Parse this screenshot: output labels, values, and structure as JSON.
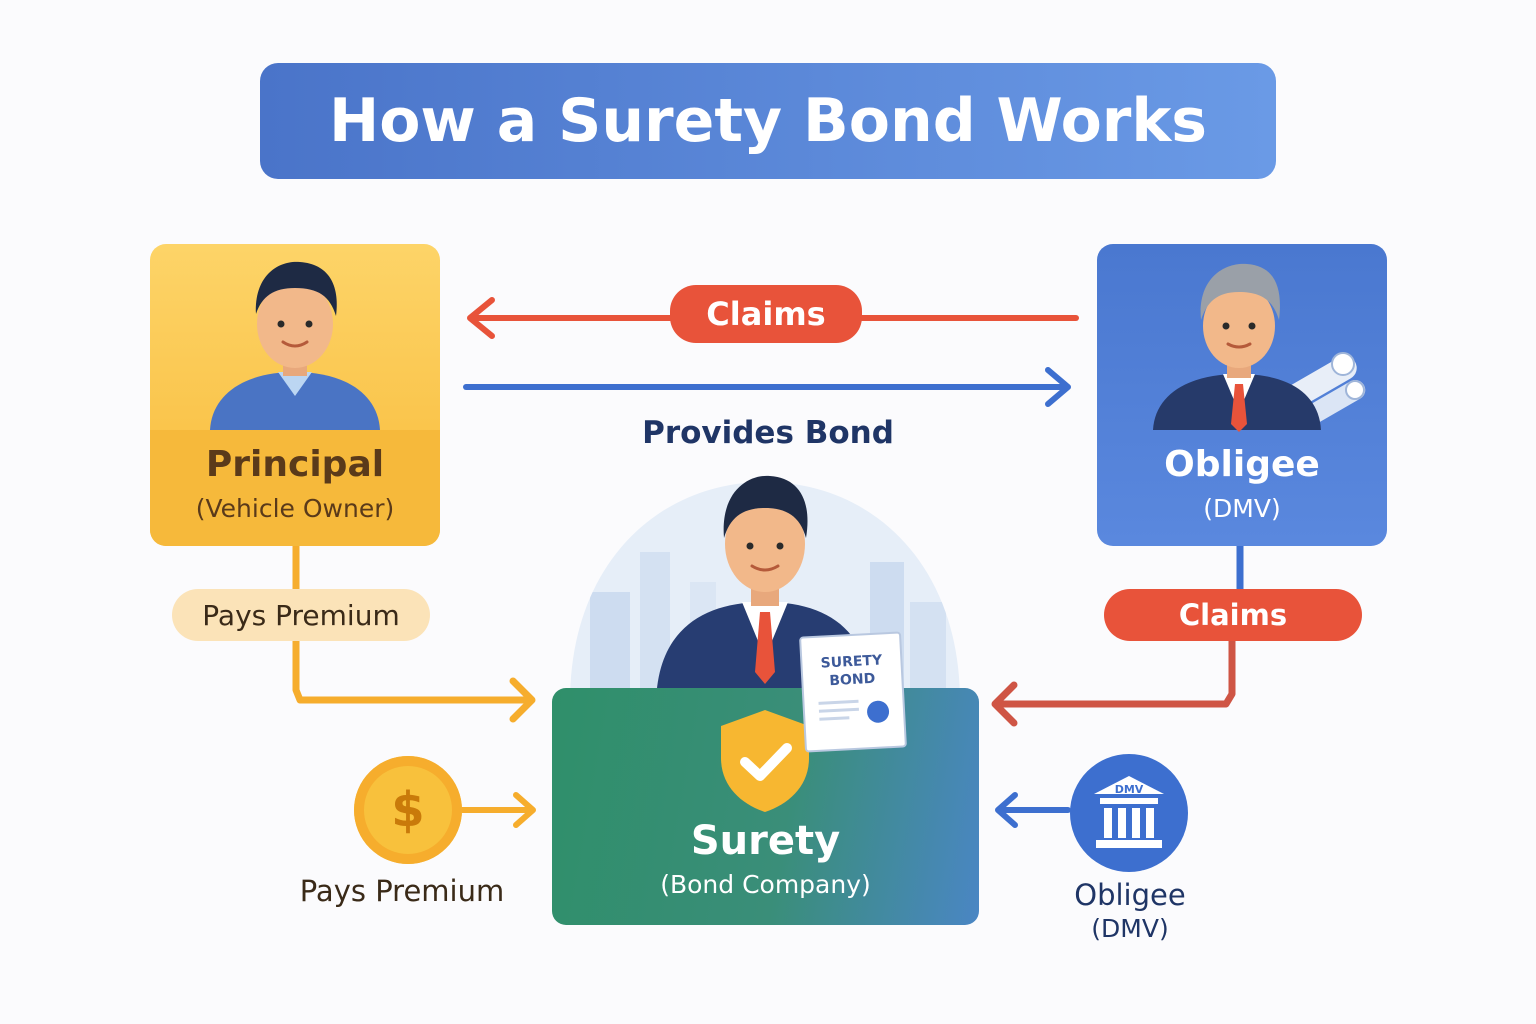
{
  "title": "How a Surety Bond Works",
  "principal": {
    "title": "Principal",
    "subtitle": "(Vehicle Owner)"
  },
  "obligee": {
    "title": "Obligee",
    "subtitle": "(DMV)"
  },
  "surety": {
    "title": "Surety",
    "subtitle": "(Bond Company)",
    "document_text_line1": "SURETY",
    "document_text_line2": "BOND"
  },
  "flows": {
    "claims_top": "Claims",
    "provides_bond": "Provides Bond",
    "pays_premium_pill": "Pays Premium",
    "claims_right": "Claims",
    "pays_premium_bottom": "Pays Premium",
    "obligee_bottom_title": "Obligee",
    "obligee_bottom_subtitle": "(DMV)",
    "dmv_icon_text": "DMV",
    "coin_symbol": "$"
  },
  "colors": {
    "title_banner": "#4a74c9",
    "principal": "#f8bb3a",
    "obligee": "#4a78d0",
    "surety": "#2f8f6a",
    "claims": "#e8533a",
    "provides_bond": "#3d6fcf",
    "premium_arrow": "#f6ad2d"
  }
}
